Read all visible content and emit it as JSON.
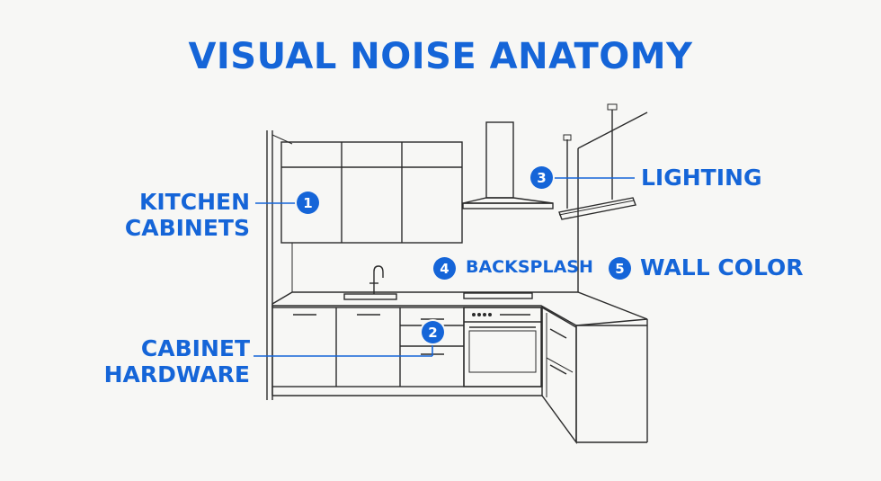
{
  "title": "VISUAL NOISE ANATOMY",
  "callouts": [
    {
      "number": "1",
      "label": "KITCHEN\nCABINETS"
    },
    {
      "number": "2",
      "label": "CABINET\nHARDWARE"
    },
    {
      "number": "3",
      "label": "LIGHTING"
    },
    {
      "number": "4",
      "label": "BACKSPLASH"
    },
    {
      "number": "5",
      "label": "WALL COLOR"
    }
  ],
  "colors": {
    "accent": "#1565d8",
    "line": "#2b2b2b",
    "background": "#f7f7f5"
  }
}
